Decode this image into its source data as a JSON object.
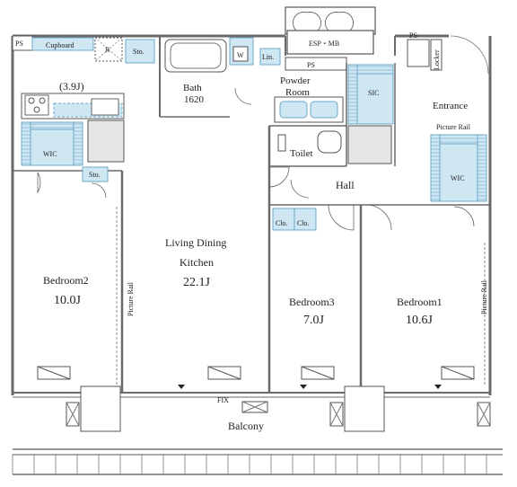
{
  "rooms": {
    "ldk_name_1": "Living Dining",
    "ldk_name_2": "Kitchen",
    "ldk_size": "22.1J",
    "kitchen_size": "(3.9J)",
    "bedroom1_name": "Bedroom1",
    "bedroom1_size": "10.6J",
    "bedroom2_name": "Bedroom2",
    "bedroom2_size": "10.0J",
    "bedroom3_name": "Bedroom3",
    "bedroom3_size": "7.0J",
    "bath_name": "Bath",
    "bath_size": "1620",
    "powder_1": "Powder",
    "powder_2": "Room",
    "toilet": "Toilet",
    "hall": "Hall",
    "entrance": "Entrance",
    "balcony": "Balcony"
  },
  "labels": {
    "ps_left": "PS",
    "cupboard": "Cupboard",
    "refrigerator": "R",
    "storage_top": "Sto.",
    "storage_wic": "Sto.",
    "washer": "W",
    "linen": "Lin.",
    "esp_mb": "ESP・MB",
    "ps_center": "PS",
    "ps_right": "PS",
    "locker": "Locker",
    "sic": "SIC",
    "wic_left": "WIC",
    "wic_right": "WIC",
    "picture_rail_top": "Picture Rail",
    "picture_rail_left": "Picture Rail",
    "picture_rail_right": "Picture Rail",
    "closet_1": "Clo.",
    "closet_2": "Clo.",
    "fix": "FIX"
  },
  "colors": {
    "wall": "#7a7a7a",
    "wall_fill": "#9a9a9a",
    "line": "#555555",
    "storage_fill": "#cfe6f3",
    "storage_line": "#6fa8c8",
    "cabinet_fill": "#e4e4e4"
  }
}
